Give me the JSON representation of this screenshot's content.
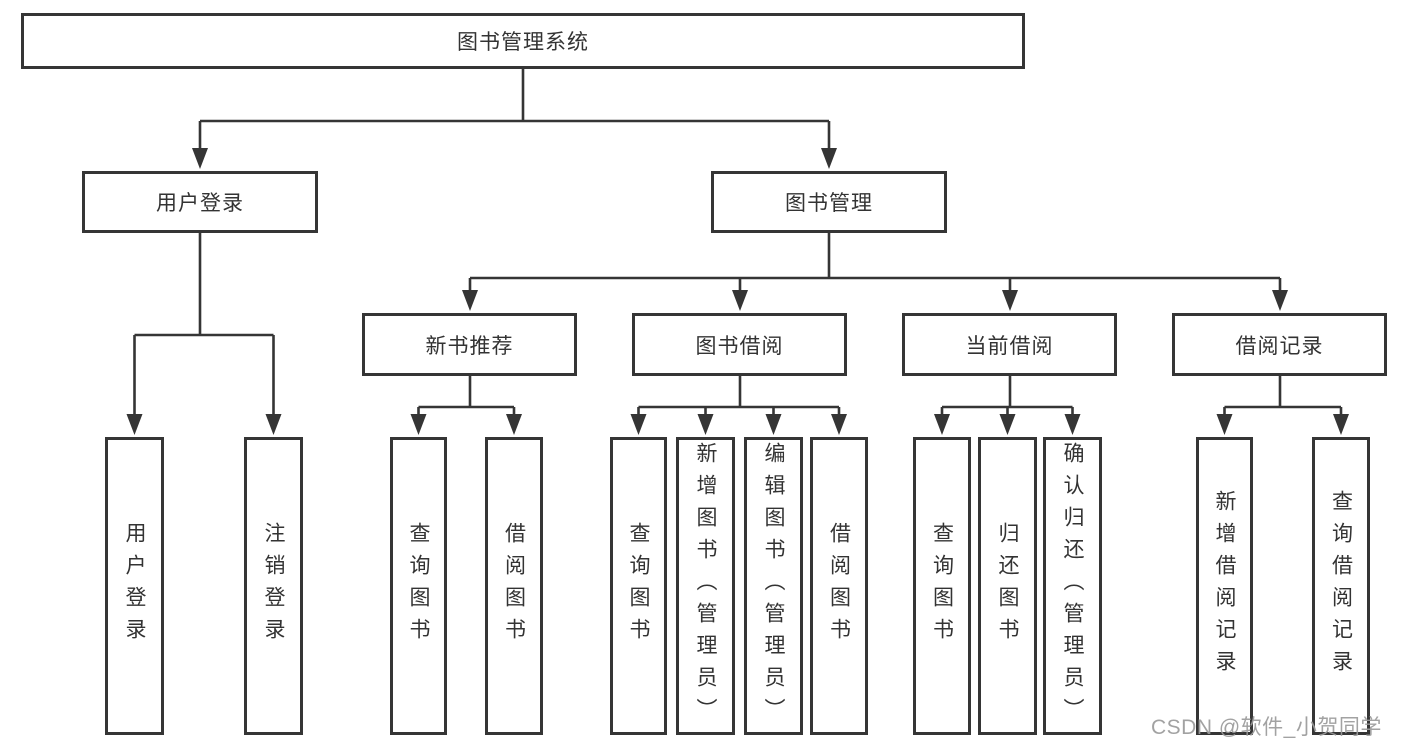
{
  "colors": {
    "line": "#353535",
    "text": "#333333",
    "bg": "#ffffff",
    "watermark": "#9b9b9b"
  },
  "tree": {
    "root": {
      "label": "图书管理系统"
    },
    "branches": [
      {
        "label": "用户登录",
        "children": [
          "用户登录",
          "注销登录"
        ]
      },
      {
        "label": "图书管理",
        "children": [
          {
            "label": "新书推荐",
            "children": [
              "查询图书",
              "借阅图书"
            ]
          },
          {
            "label": "图书借阅",
            "children": [
              "查询图书",
              "新增图书（管理员）",
              "编辑图书（管理员）",
              "借阅图书"
            ]
          },
          {
            "label": "当前借阅",
            "children": [
              "查询图书",
              "归还图书",
              "确认归还（管理员）"
            ]
          },
          {
            "label": "借阅记录",
            "children": [
              "新增借阅记录",
              "查询借阅记录"
            ]
          }
        ]
      }
    ]
  },
  "watermark": {
    "text": "CSDN @软件_小贺同学"
  }
}
